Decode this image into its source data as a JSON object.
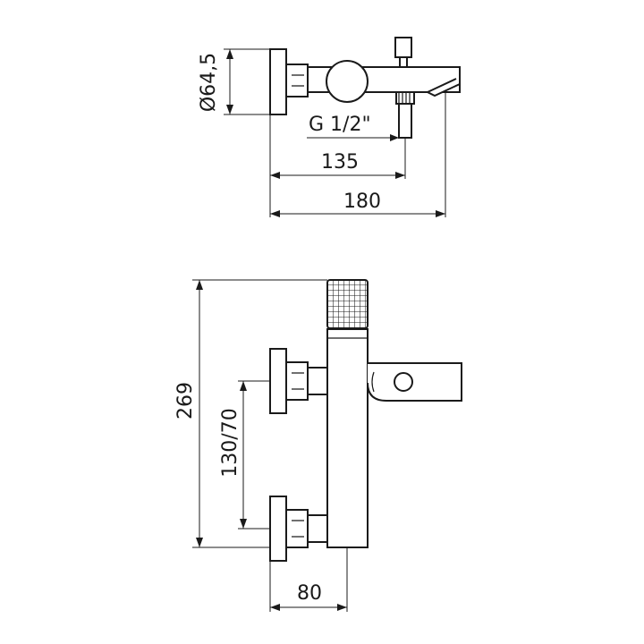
{
  "top_view": {
    "diameter_label": "Ø64,5",
    "thread_label": "G 1/2\"",
    "dim_spout_label": "135",
    "dim_total_label": "180"
  },
  "front_view": {
    "height_label": "269",
    "centers_label": "130/70",
    "depth_label": "80"
  },
  "colors": {
    "line": "#1a1a1a",
    "background": "#ffffff"
  }
}
